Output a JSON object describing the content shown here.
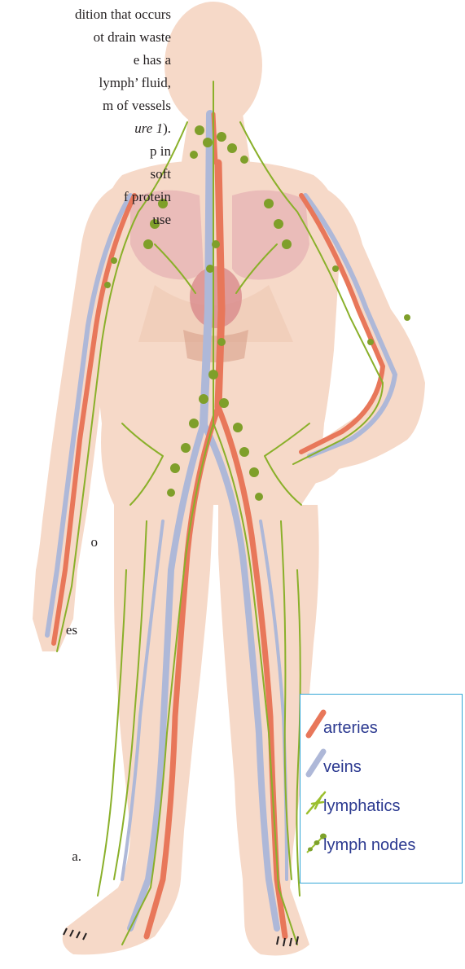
{
  "text_fragments": [
    "dition that occurs",
    "ot drain waste",
    "e has a",
    "lymph’ fluid,",
    "m of vessels",
    "ure 1",
    "p in",
    "soft",
    "f protein",
    "use",
    "o",
    "es",
    "a."
  ],
  "figure_ref_suffix": ").",
  "legend": {
    "items": [
      {
        "label": "arteries",
        "icon": "artery-icon",
        "color": "#e8775a"
      },
      {
        "label": "veins",
        "icon": "vein-icon",
        "color": "#aeb8d8"
      },
      {
        "label": "lymphatics",
        "icon": "lymphatics-icon",
        "color": "#9bbf2e"
      },
      {
        "label": "lymph nodes",
        "icon": "lymph-nodes-icon",
        "color": "#7da22b"
      }
    ]
  },
  "colors": {
    "skin": "#f6d9c8",
    "skin_shadow": "#efc8b3",
    "artery": "#e8775a",
    "vein": "#aeb8d8",
    "lymphatic": "#8ab02a",
    "node": "#7f9f2a",
    "organ": "#e6b2b4",
    "legend_border": "#33a6d6",
    "legend_text": "#2b3990"
  }
}
